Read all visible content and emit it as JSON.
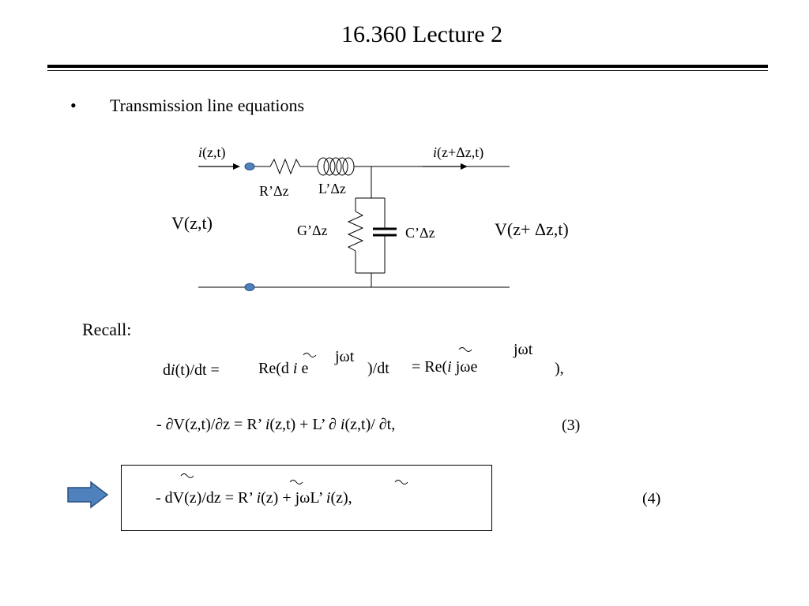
{
  "slide": {
    "title": "16.360 Lecture 2",
    "bullet_glyph": "•",
    "bullet_text": "Transmission line equations"
  },
  "circuit": {
    "i_in": {
      "sym": "i",
      "arg": "(z,t)"
    },
    "i_out": {
      "sym": "i",
      "arg": "(z+Δz,t)"
    },
    "resistor": "R’Δz",
    "inductor": "L’Δz",
    "conductance": "G’Δz",
    "capacitor": "C’Δz",
    "v_in": "V(z,t)",
    "v_out": "V(z+ Δz,t)"
  },
  "recall": {
    "label": "Recall:",
    "lhs_pre": "d",
    "lhs_sym": "i",
    "lhs_post": "(t)/dt =",
    "mid_pre": "Re(d",
    "mid_sym": "i",
    "mid_e": "e",
    "mid_exp": "jωt",
    "mid_post": ")/dt",
    "rhs_pre": "= Re(",
    "rhs_sym": "i",
    "rhs_jw": "jω",
    "rhs_e": "e",
    "rhs_exp": "jωt",
    "rhs_post": "),"
  },
  "eq3": {
    "a": "- ∂V(z,t)/∂z = R’",
    "i1": "i",
    "b": "(z,t) + L’ ∂",
    "i2": "i",
    "c": "(z,t)/ ∂t,",
    "num": "(3)"
  },
  "eq4": {
    "a": "- d",
    "v": "V",
    "b": "(z)/dz = R’",
    "i1": "i",
    "c": "(z) + jωL’",
    "i2": "i",
    "d": "(z),",
    "num": "(4)"
  },
  "colors": {
    "arrow_fill": "#4f81bd",
    "arrow_stroke": "#2a4f7f",
    "node_fill": "#4f81bd",
    "node_stroke": "#2a4f7f"
  }
}
